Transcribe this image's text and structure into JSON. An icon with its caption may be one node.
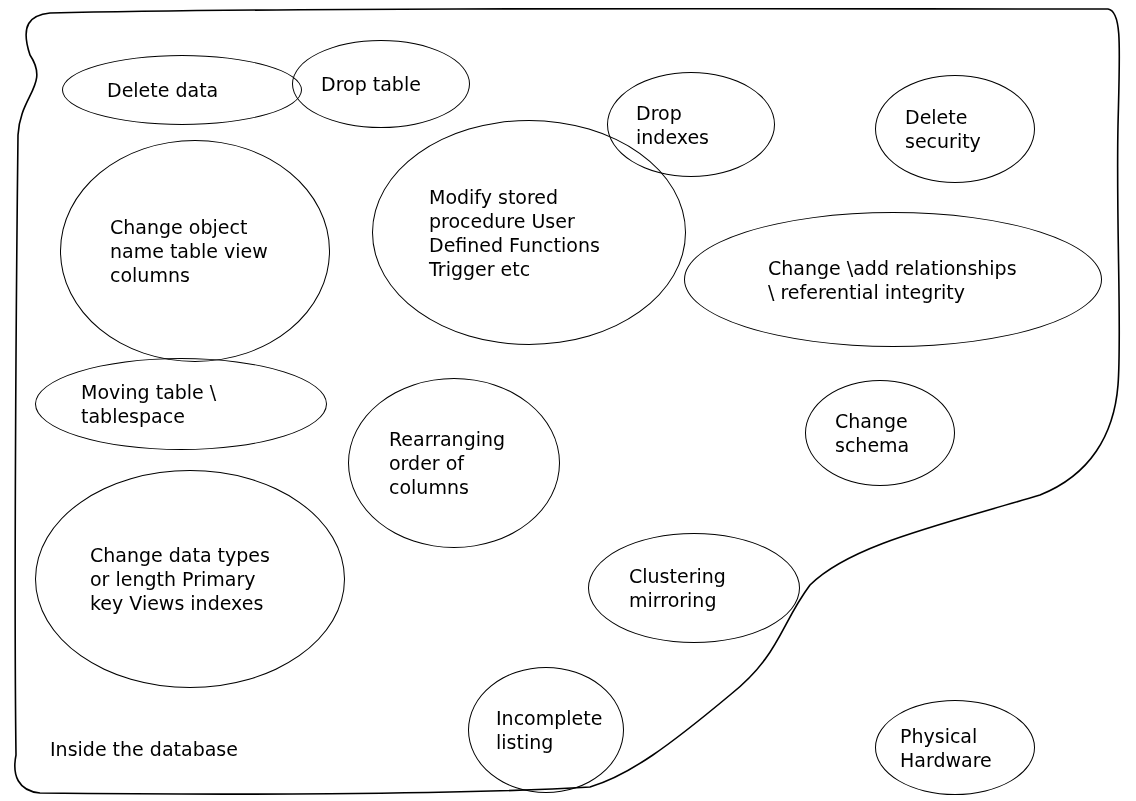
{
  "diagram": {
    "nodes": [
      {
        "text": [
          "Inside the database"
        ]
      },
      {
        "text": [
          "Delete data"
        ],
        "in": 0
      },
      {
        "text": [
          "Drop table"
        ],
        "in": 0
      },
      {
        "text": [
          "Drop indexes"
        ],
        "in": 0
      },
      {
        "text": [
          "Delete security"
        ],
        "in": 0
      },
      {
        "text": [
          "Change object name table view columns"
        ],
        "in": 0
      },
      {
        "text": [
          "Modify stored procedure User Defined Functions Trigger etc"
        ],
        "in": 0
      },
      {
        "text": [
          "Change \\add relationships \\ referential integrity"
        ],
        "in": 0
      },
      {
        "text": [
          "Moving table \\ tablespace"
        ],
        "in": 0
      },
      {
        "text": [
          "Rearranging order of columns"
        ],
        "in": 0
      },
      {
        "text": [
          "Change schema"
        ],
        "in": 0
      },
      {
        "text": [
          "Change data types or length Primary key Views indexes"
        ],
        "in": 0
      },
      {
        "text": [
          "Clustering mirroring"
        ],
        "in": 0
      },
      {
        "text": [
          "Incomplete listing"
        ],
        "in": 0
      },
      {
        "text": [
          "Physical Hardware"
        ]
      }
    ]
  }
}
